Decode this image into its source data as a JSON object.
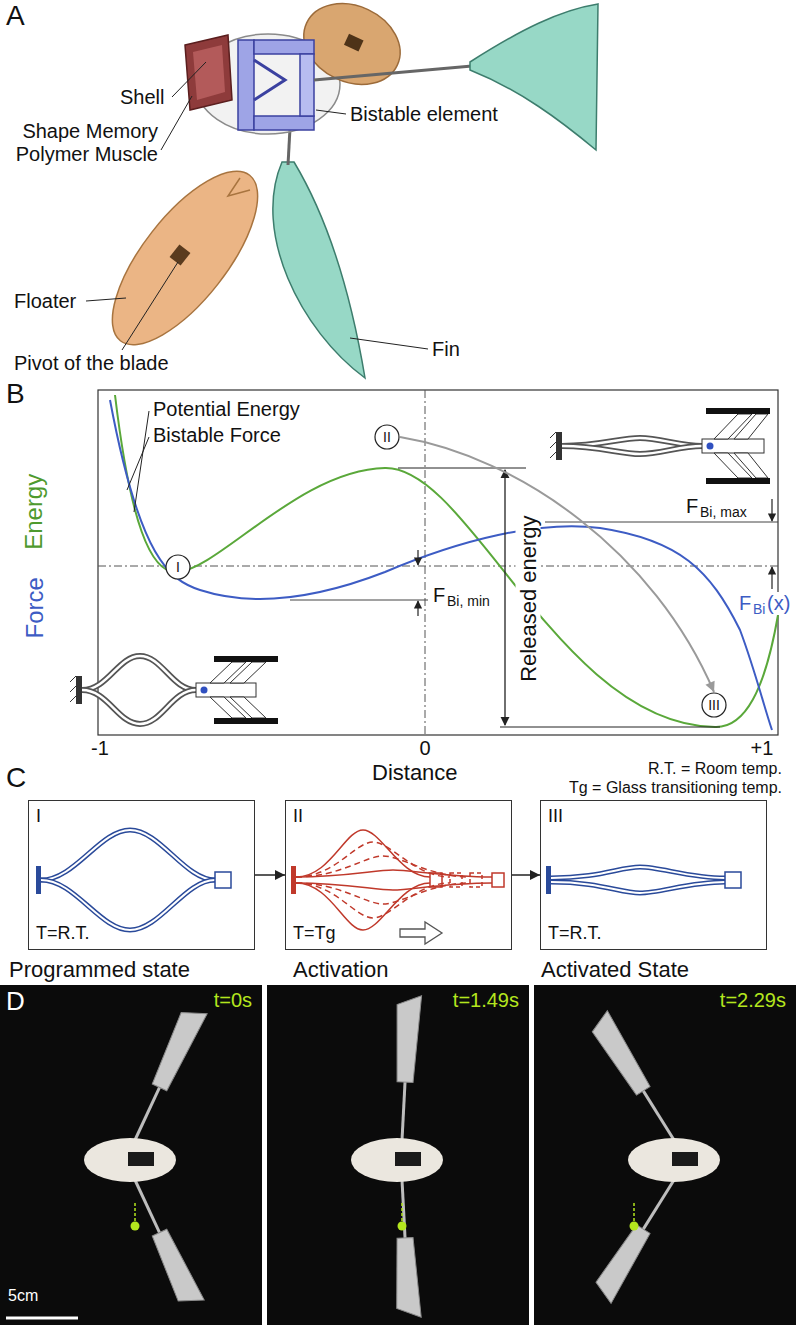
{
  "diagram": {
    "nodes": [
      {
        "text": [
          "I"
        ]
      },
      {
        "text": [
          "II"
        ]
      },
      {
        "text": [
          "III"
        ]
      },
      {
        "text": [
          "I",
          "T=R.T.",
          "Programmed state"
        ]
      },
      {
        "text": [
          "II",
          "T=Tg",
          "Activation"
        ]
      },
      {
        "text": [
          "III",
          "T=R.T.",
          "Activated State"
        ]
      },
      {
        "text": [
          "D",
          "t=0s",
          "5cm"
        ]
      },
      {
        "text": [
          "t=1.49s"
        ]
      },
      {
        "text": [
          "t=2.29s"
        ]
      }
    ],
    "edges": [
      {
        "from": 1,
        "to": 2,
        "arrow": "to"
      },
      {
        "from": 3,
        "to": 4,
        "arrow": "to"
      },
      {
        "from": 4,
        "to": 5,
        "arrow": "to"
      }
    ],
    "labels": [
      "A",
      "Shell",
      "Shape Memory Polymer Muscle",
      "Bistable element",
      "Floater",
      "Pivot of the blade",
      "Fin",
      "B",
      "Potential Energy",
      "Bistable Force",
      "Energy",
      "Force",
      "F",
      "Bi, max",
      "F",
      "Bi, min",
      "F",
      "Bi",
      "(x)",
      "Released energy",
      "-1",
      "0",
      "+1",
      "Distance",
      "C",
      "R.T. = Room temp.",
      "Tg = Glass transitioning temp."
    ]
  }
}
